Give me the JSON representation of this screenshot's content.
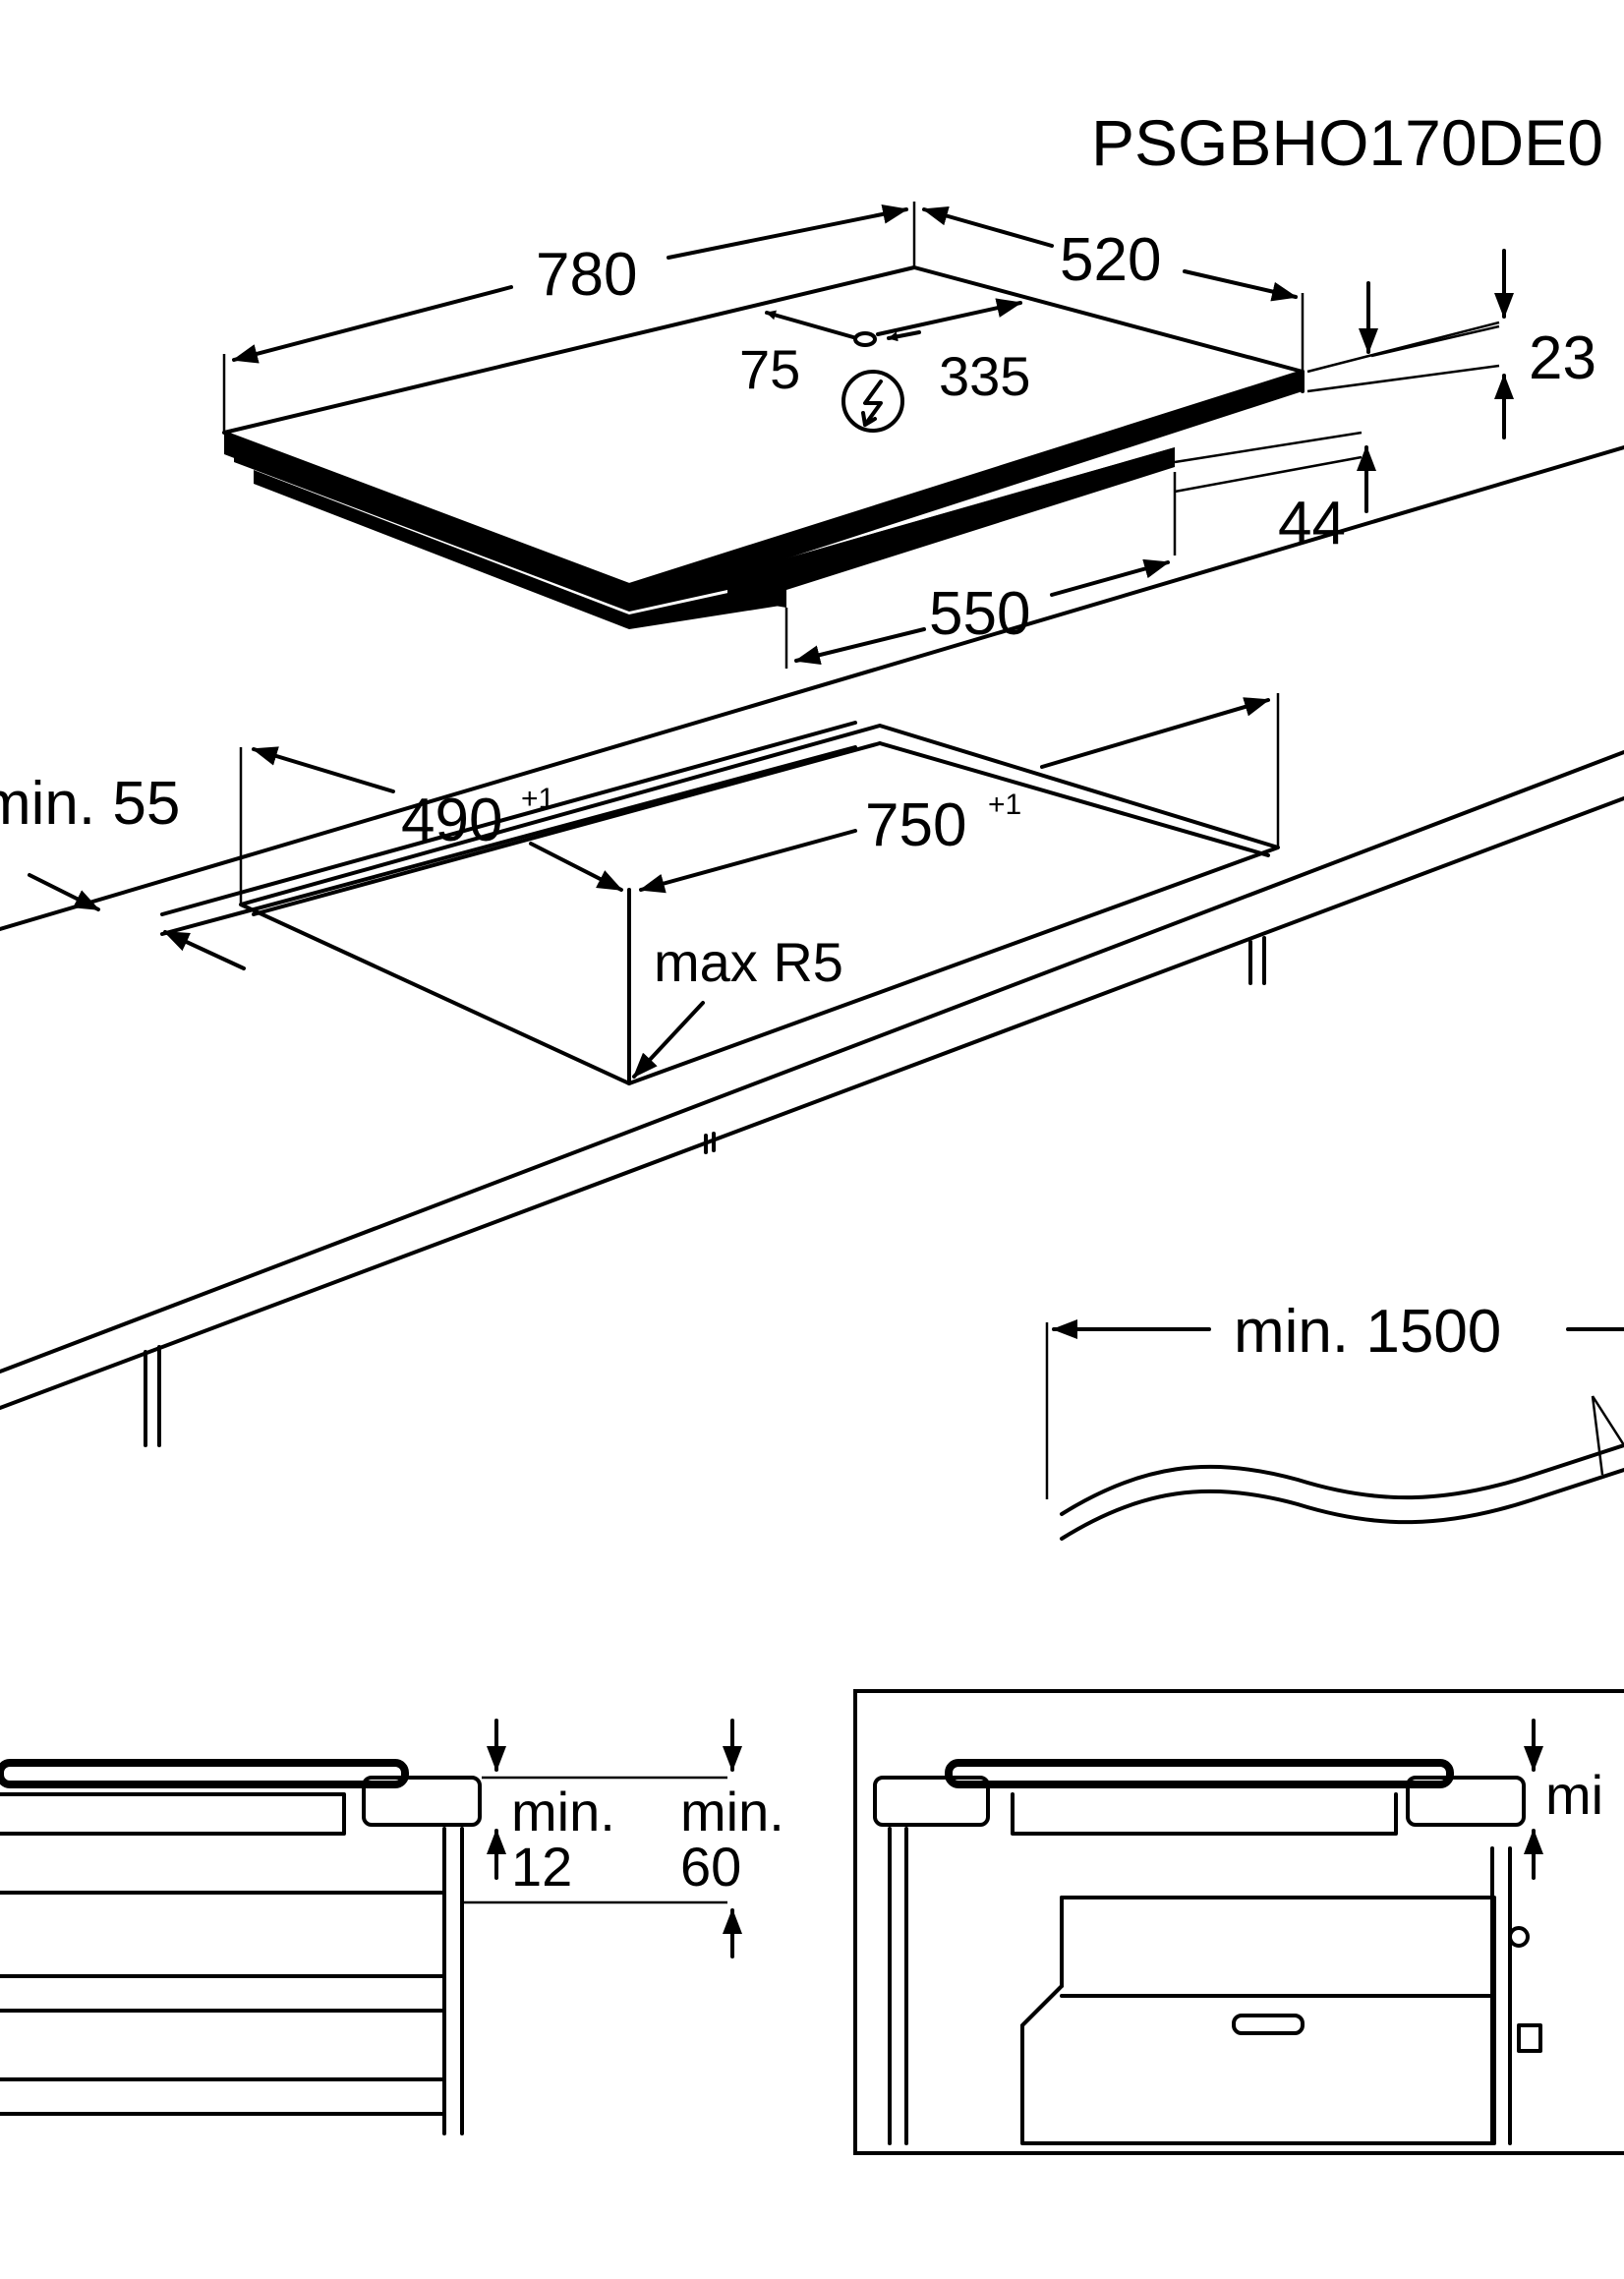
{
  "model_code": "PSGBHO170DE0",
  "dimensions": {
    "width": "780",
    "depth": "520",
    "cable_offset_left": "75",
    "cable_offset_right": "335",
    "glass_height": "23",
    "box_height": "44",
    "box_width": "550",
    "cutout_depth": "490",
    "cutout_depth_tol": "+1",
    "cutout_width": "750",
    "cutout_width_tol": "+1",
    "front_distance": "min. 55",
    "corner_radius": "max R5",
    "cable_length": "min. 1500"
  },
  "sections": {
    "left": {
      "label_a": "min.",
      "value_a": "12",
      "label_b": "min.",
      "value_b": "60"
    },
    "right": {
      "label": "mi"
    }
  },
  "icons": [
    "electrical-connection-icon",
    "arrow-icon"
  ]
}
